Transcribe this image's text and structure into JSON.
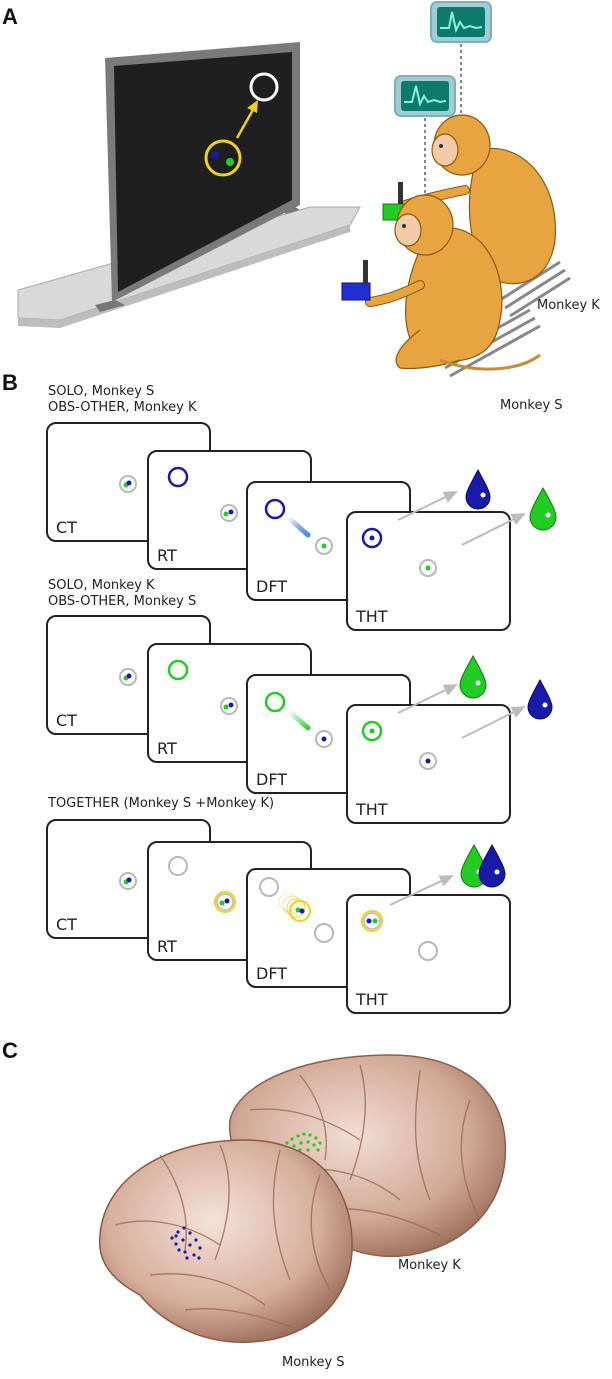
{
  "panels": {
    "a": {
      "letter": "A",
      "monkey_k": "Monkey K",
      "monkey_s": "Monkey S"
    },
    "b": {
      "letter": "B",
      "groups": [
        {
          "line1": "SOLO, Monkey S",
          "line2": "OBS-OTHER, Monkey K"
        },
        {
          "line1": "SOLO, Monkey K",
          "line2": "OBS-OTHER, Monkey S"
        },
        {
          "line1": "TOGETHER (Monkey S +Monkey K)",
          "line2": ""
        }
      ],
      "frame_labels": [
        "CT",
        "RT",
        "DFT",
        "THT"
      ]
    },
    "c": {
      "letter": "C",
      "monkey_k": "Monkey K",
      "monkey_s": "Monkey S"
    }
  },
  "colors": {
    "monkey_s": "#1a1aa8",
    "monkey_k": "#22cc22",
    "cursor_ring": "#f0d020",
    "target_gray": "#b8b8b8",
    "monitor_teal": "#0e7a6e",
    "fur": "#e8a440",
    "brain": "#c9a08a"
  }
}
